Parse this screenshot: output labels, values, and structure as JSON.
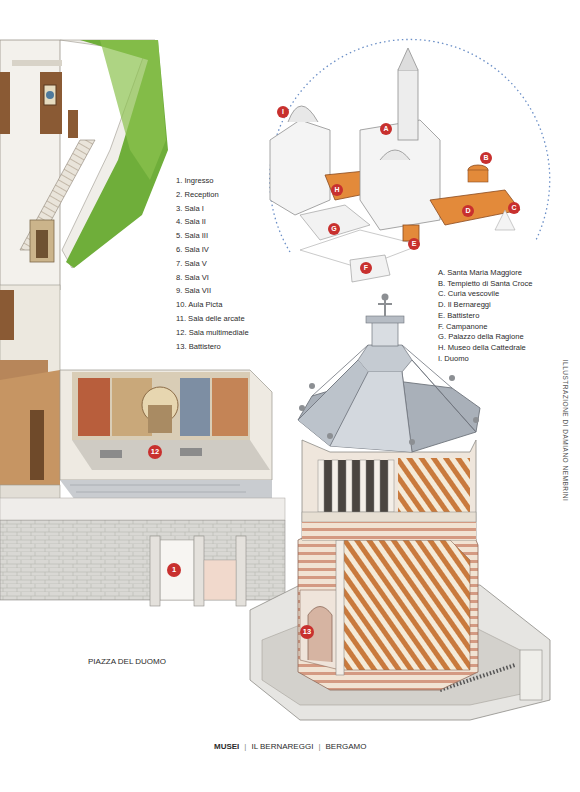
{
  "diagram": {
    "labels": [
      "1. Ingresso",
      "2. Reception",
      "3. Sala I",
      "4. Sala II",
      "5. Sala III",
      "6. Sala IV",
      "7. Sala V",
      "8. Sala VI",
      "9. Sala VII",
      "10. Aula Picta",
      "11. Sala delle arcate",
      "12. Sala multimediale",
      "13. Battistero",
      "A. Santa Maria Maggiore",
      "B. Tempietto di Santa Croce",
      "C. Curia vescovile",
      "D. Il Bernareggi",
      "E. Battistero",
      "F. Campanone",
      "G. Palazzo della Ragione",
      "H. Museo della Cattedrale",
      "I. Duomo",
      "I",
      "A",
      "B",
      "H",
      "D",
      "C",
      "G",
      "E",
      "F",
      "12",
      "1",
      "13",
      "PIAZZA DEL DUOMO",
      "ILLUSTRAZIONE DI DAMIANO NEMBRINI",
      "MUSEI",
      "|",
      "IL BERNAREGGI",
      "|",
      "BERGAMO"
    ]
  }
}
